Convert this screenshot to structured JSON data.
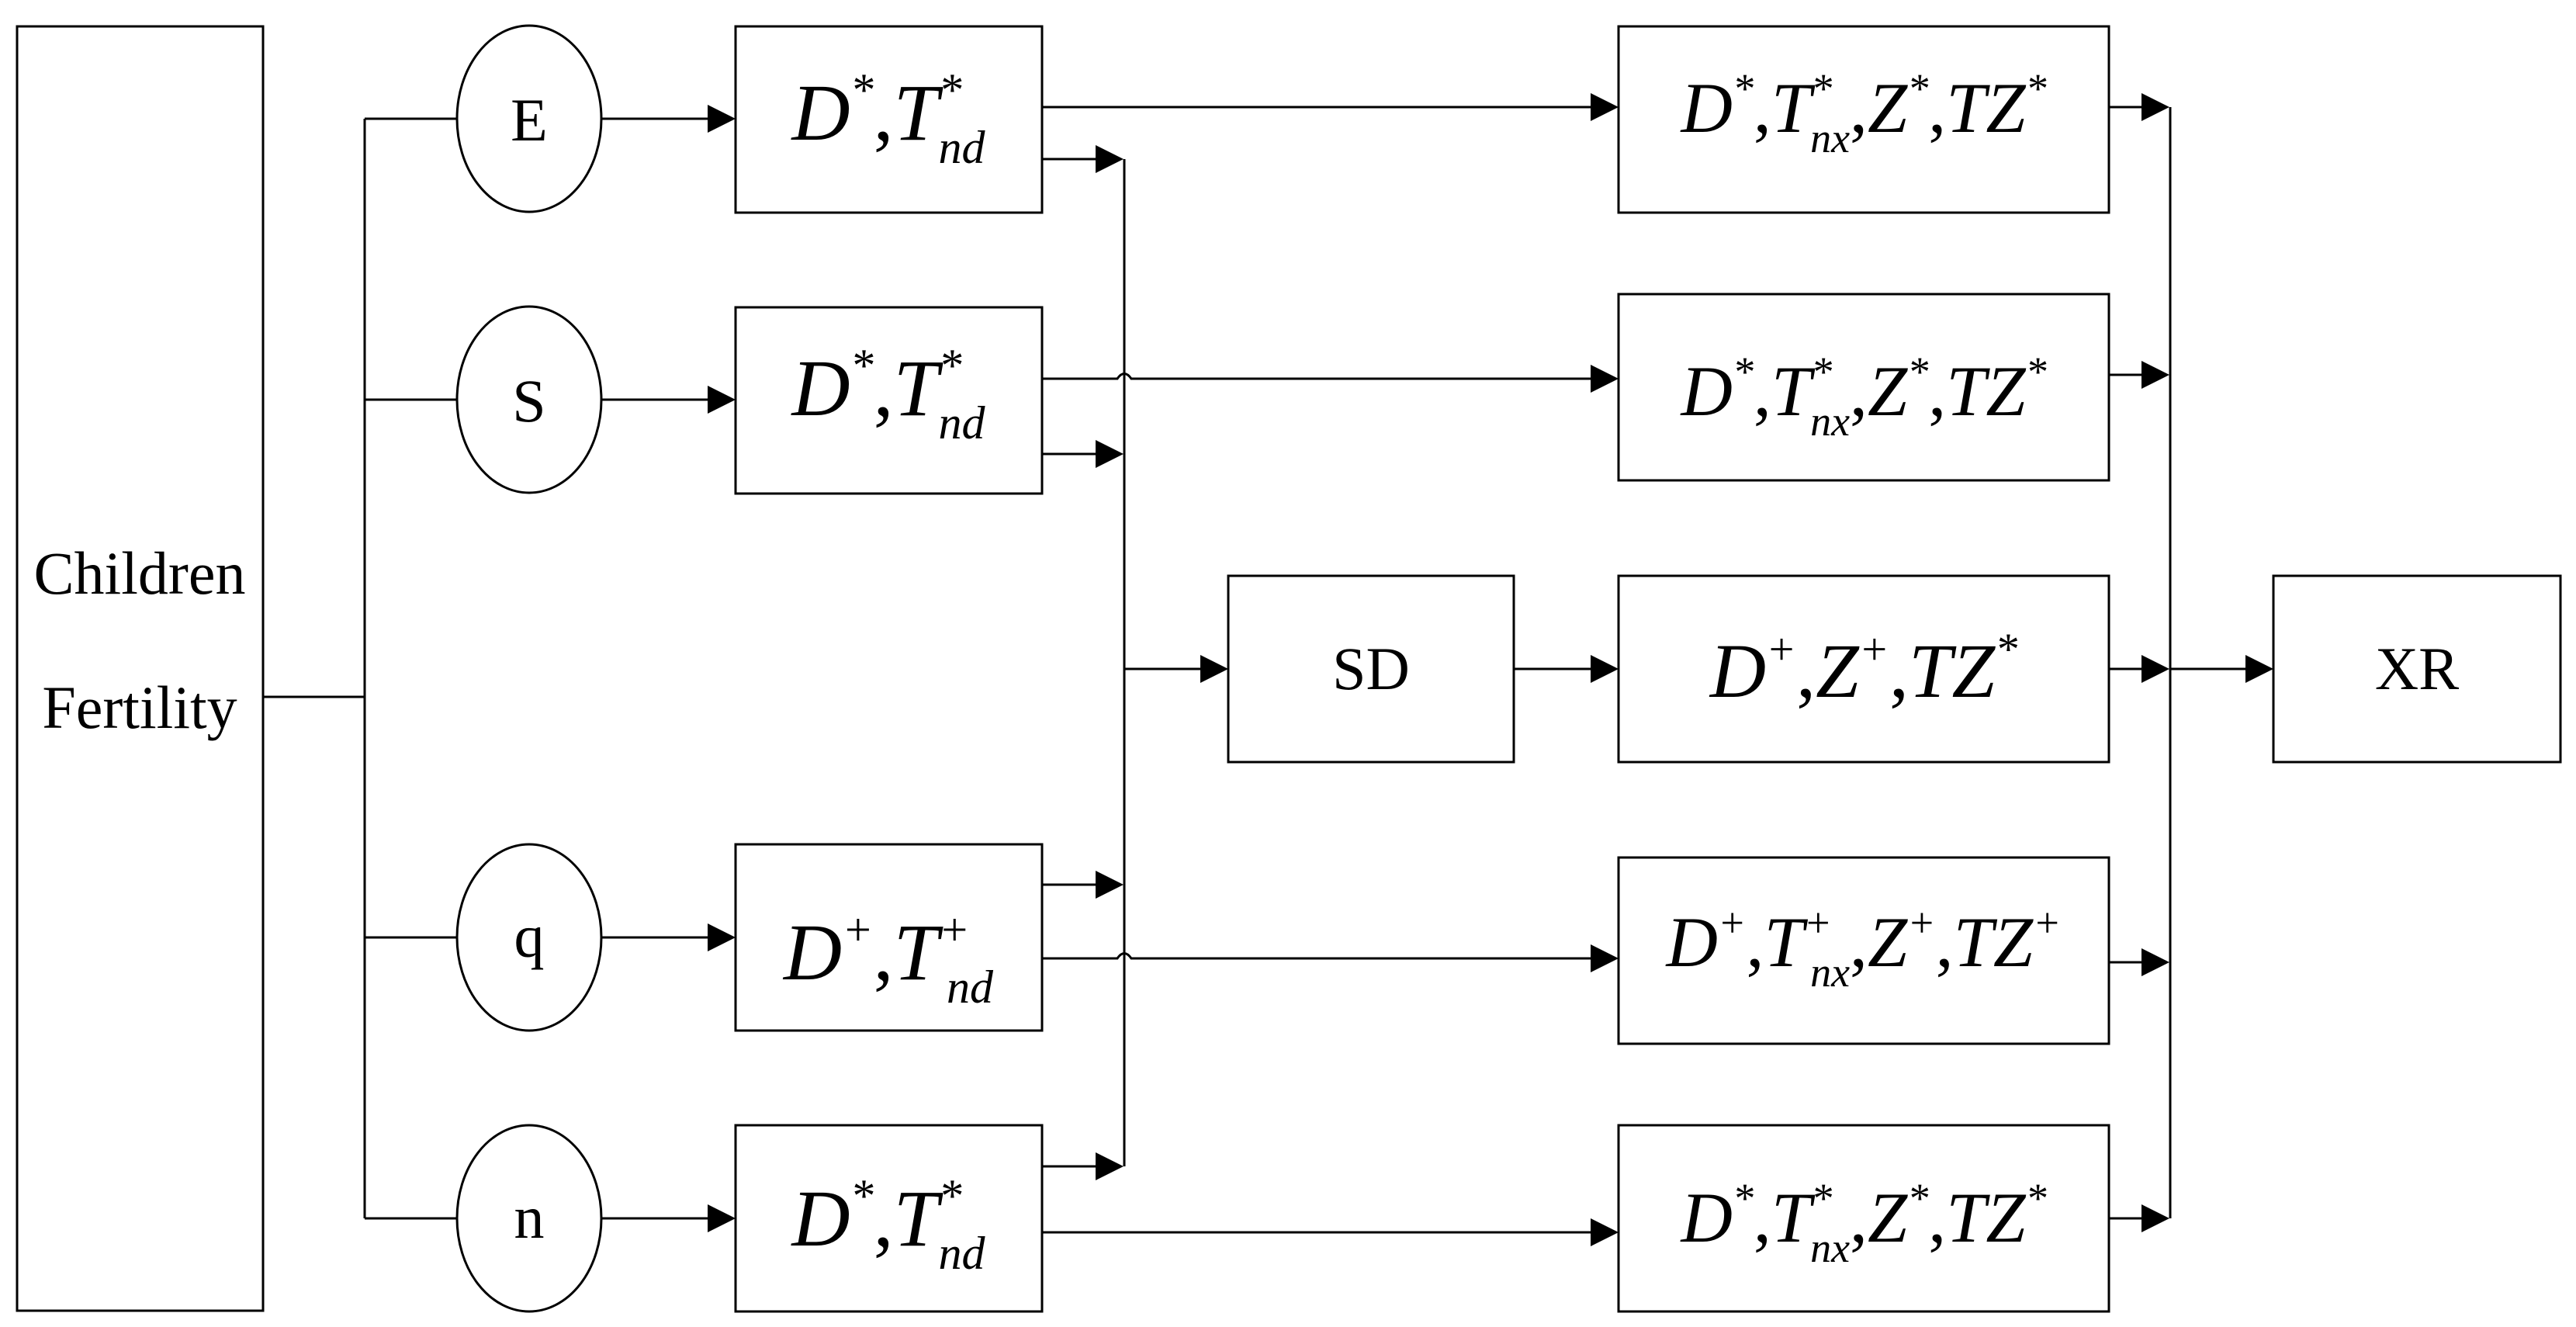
{
  "source_box": {
    "line1": "Children",
    "line2": "Fertility"
  },
  "factors": {
    "e": "E",
    "s": "S",
    "q": "q",
    "n": "n"
  },
  "middle_boxes": {
    "row1": {
      "var1": "D",
      "sup1": "*",
      "var2": "T",
      "sup2": "*",
      "sub2": "nd"
    },
    "row2": {
      "var1": "D",
      "sup1": "*",
      "var2": "T",
      "sup2": "*",
      "sub2": "nd"
    },
    "row4": {
      "var1": "D",
      "sup1": "+",
      "var2": "T",
      "sup2": "+",
      "sub2": "nd"
    },
    "row5": {
      "var1": "D",
      "sup1": "*",
      "var2": "T",
      "sup2": "*",
      "sub2": "nd"
    }
  },
  "sd_box": "SD",
  "output_boxes": {
    "row1": {
      "d": "D",
      "d_sup": "*",
      "t": "T",
      "t_sup": "*",
      "t_sub": "nx",
      "z": "Z",
      "z_sup": "*",
      "tz": "TZ",
      "tz_sup": "*"
    },
    "row2": {
      "d": "D",
      "d_sup": "*",
      "t": "T",
      "t_sup": "*",
      "t_sub": "nx",
      "z": "Z",
      "z_sup": "*",
      "tz": "TZ",
      "tz_sup": "*"
    },
    "row3": {
      "d": "D",
      "d_sup": "+",
      "z": "Z",
      "z_sup": "+",
      "tz": "TZ",
      "tz_sup": "*"
    },
    "row4": {
      "d": "D",
      "d_sup": "+",
      "t": "T",
      "t_sup": "+",
      "t_sub": "nx",
      "z": "Z",
      "z_sup": "+",
      "tz": "TZ",
      "tz_sup": "+"
    },
    "row5": {
      "d": "D",
      "d_sup": "*",
      "t": "T",
      "t_sup": "*",
      "t_sub": "nx",
      "z": "Z",
      "z_sup": "*",
      "tz": "TZ",
      "tz_sup": "*"
    }
  },
  "result_box": "XR",
  "separators": {
    "comma": ","
  }
}
